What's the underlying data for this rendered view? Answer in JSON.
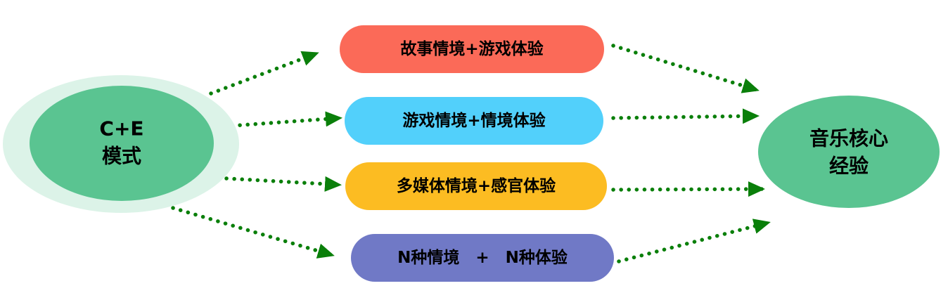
{
  "source": {
    "lines": [
      "C+E",
      "模式"
    ],
    "outer_color": "#dcf3e8",
    "inner_color": "#5ac491"
  },
  "target": {
    "lines": [
      "音乐核心",
      "经验"
    ],
    "color": "#5ac491"
  },
  "boxes": [
    {
      "label": "故事情境+游戏体验",
      "color": "#fb6a58"
    },
    {
      "label": "游戏情境+情境体验",
      "color": "#52d0fb"
    },
    {
      "label": "多媒体情境+感官体验",
      "color": "#fcbc22"
    },
    {
      "label": "N种情境　+　N种体验",
      "color": "#7079c6"
    }
  ],
  "arrow_color": "#0a7f0a"
}
